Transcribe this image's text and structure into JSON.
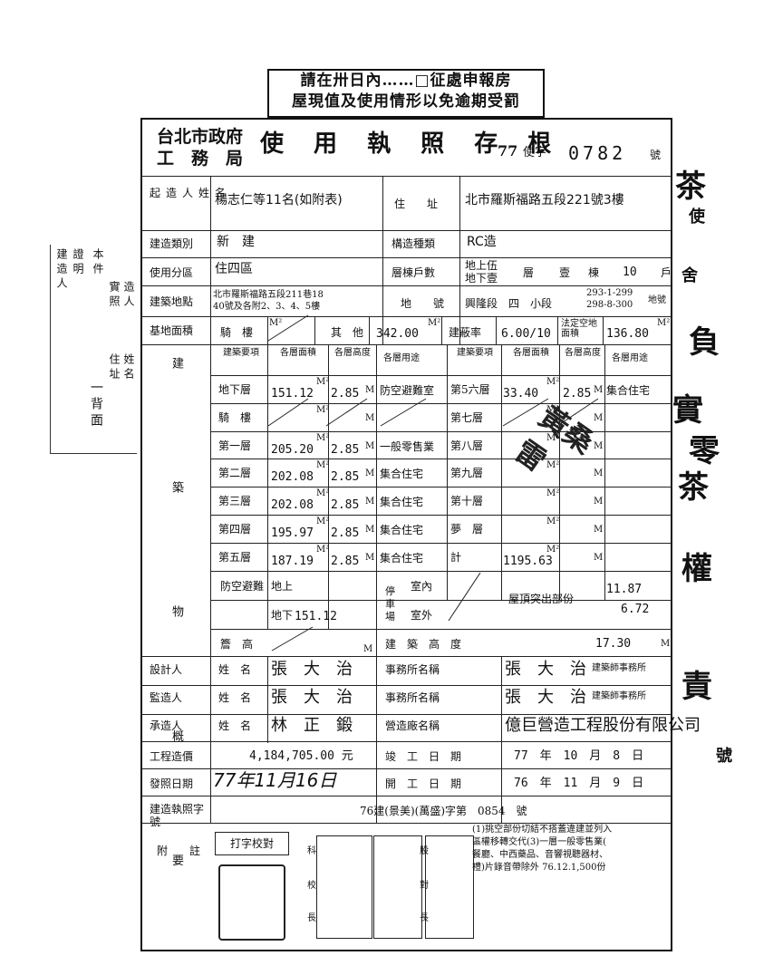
{
  "notice": {
    "line1": "請在卅日內……□征處申報房",
    "line2": "屋現值及使用情形以免逾期受罰"
  },
  "header": {
    "agency_line1": "台北市政府",
    "agency_line2": "工　務　局",
    "title": "使 用 執 照 存 根",
    "year": "77",
    "type": "使字",
    "number": "0782",
    "suffix": "號"
  },
  "builder": {
    "label": "起造人姓名",
    "value": "楊志仁等11名(如附表)",
    "addr_label": "住　址",
    "addr_value": "北市羅斯福路五段221號3樓"
  },
  "category": {
    "label": "建造類別",
    "value": "新　建",
    "struct_label": "構造種類",
    "struct_value": "RC造"
  },
  "zoning": {
    "label": "使用分區",
    "value": "住四區",
    "floors_label": "層棟戶數",
    "above": "地上伍",
    "below": "地下壹",
    "layer_word": "層",
    "unit_count": "壹",
    "bldg_word": "棟",
    "households": "10",
    "hh_word": "戶"
  },
  "site": {
    "label": "建築地點",
    "value1": "北市羅斯福路五段211巷18",
    "value2": "40號及各附2、3、4、5樓",
    "lot_label": "地　號",
    "lot_value": "興隆段　四　小段",
    "lot_num1": "293-1-299",
    "lot_num2": "298-8-300",
    "lot_suffix": "地號"
  },
  "area": {
    "label": "基地面積",
    "arcade": "騎　樓",
    "other": "其　他",
    "other_val": "342.00",
    "coverage_label": "建蔽率",
    "coverage_val": "6.00/10",
    "legal_label": "法定空地面積",
    "legal_val": "136.80",
    "unit": "M²"
  },
  "building": {
    "side_label": "建 築 物 概 要",
    "col_item": "建築要項",
    "col_area": "各層面積",
    "col_height": "各層高度",
    "col_use": "各層用途",
    "left_rows": [
      {
        "name": "地下層",
        "area": "151.12",
        "height": "2.85",
        "use": "防空避難室"
      },
      {
        "name": "騎　樓",
        "area": "",
        "height": "",
        "use": ""
      },
      {
        "name": "第一層",
        "area": "205.20",
        "height": "2.85",
        "use": "一般零售業"
      },
      {
        "name": "第二層",
        "area": "202.08",
        "height": "2.85",
        "use": "集合住宅"
      },
      {
        "name": "第三層",
        "area": "202.08",
        "height": "2.85",
        "use": "集合住宅"
      },
      {
        "name": "第四層",
        "area": "195.97",
        "height": "2.85",
        "use": "集合住宅"
      },
      {
        "name": "第五層",
        "area": "187.19",
        "height": "2.85",
        "use": "集合住宅"
      }
    ],
    "right_rows": [
      {
        "name": "第5六層",
        "area": "33.40",
        "height": "2.85",
        "use": "集合住宅"
      },
      {
        "name": "第七層",
        "area": "",
        "height": "",
        "use": ""
      },
      {
        "name": "第八層",
        "area": "",
        "height": "",
        "use": ""
      },
      {
        "name": "第九層",
        "area": "",
        "height": "",
        "use": ""
      },
      {
        "name": "第十層",
        "area": "",
        "height": "",
        "use": ""
      },
      {
        "name": "夢　層",
        "area": "",
        "height": "",
        "use": ""
      },
      {
        "name": "計",
        "area": "1195.63",
        "height": "",
        "use": ""
      }
    ],
    "shelter_label": "防空避難",
    "shelter_above": "地上",
    "shelter_below": "地下",
    "shelter_below_val": "151.12",
    "parking_label": "停車場",
    "parking_in": "室內",
    "parking_out": "室外",
    "roof_label": "屋頂突出部份",
    "roof_val1": "11.87",
    "roof_val2": "6.72",
    "eave_label": "簷　高",
    "bh_label": "建　築　高　度",
    "bh_val": "17.30",
    "unit": "M",
    "unit2": "M²"
  },
  "people": [
    {
      "role": "設計人",
      "name_label": "姓　名",
      "name": "張　大　治",
      "office_label": "事務所名稱",
      "office": "張　大　治",
      "office_suffix": "建築師事務所"
    },
    {
      "role": "監造人",
      "name_label": "姓　名",
      "name": "張　大　治",
      "office_label": "事務所名稱",
      "office": "張　大　治",
      "office_suffix": "建築師事務所"
    },
    {
      "role": "承造人",
      "name_label": "姓　名",
      "name": "林　正　鍛",
      "office_label": "營造廠名稱",
      "office": "億巨營造工程股份有限公司",
      "office_suffix": ""
    }
  ],
  "cost": {
    "label": "工程造價",
    "value": "4,184,705.00 元",
    "done_label": "竣　工　日　期",
    "done_val": "77　年　10　月　8　日"
  },
  "issue": {
    "label": "發照日期",
    "value": "77年11月16日",
    "start_label": "開　工　日　期",
    "start_val": "76　年　11　月　9　日"
  },
  "permit": {
    "label": "建造執照字號",
    "value": "76建(景美)(萬盛)字第　0854　號"
  },
  "remarks": {
    "label": "附　註",
    "typist": "打字校對",
    "seal_labels": [
      "科",
      "長",
      "股",
      "長",
      "校",
      "對"
    ],
    "note1": "(1)挑空部份切結不搭蓋違建並列入",
    "note2": "區權移轉交代(3)一層一般零售業(",
    "note3": "餐廳、中西藥品、音響視聽器材、",
    "note4": "禮)片錄音帶除外 76.12.1,500份"
  },
  "left_margin": {
    "col1": "建造人",
    "col2": "證明",
    "col3": "本件",
    "col4": "實照",
    "col5": "造人",
    "col6": "姓名",
    "col7": "住址",
    "col8": "一背面"
  },
  "right_margin": {
    "chars": [
      "茶",
      "使",
      "舍",
      "負",
      "實",
      "零",
      "茶",
      "權",
      "責",
      "號"
    ]
  },
  "stamp": {
    "text": "黃桑雷"
  }
}
